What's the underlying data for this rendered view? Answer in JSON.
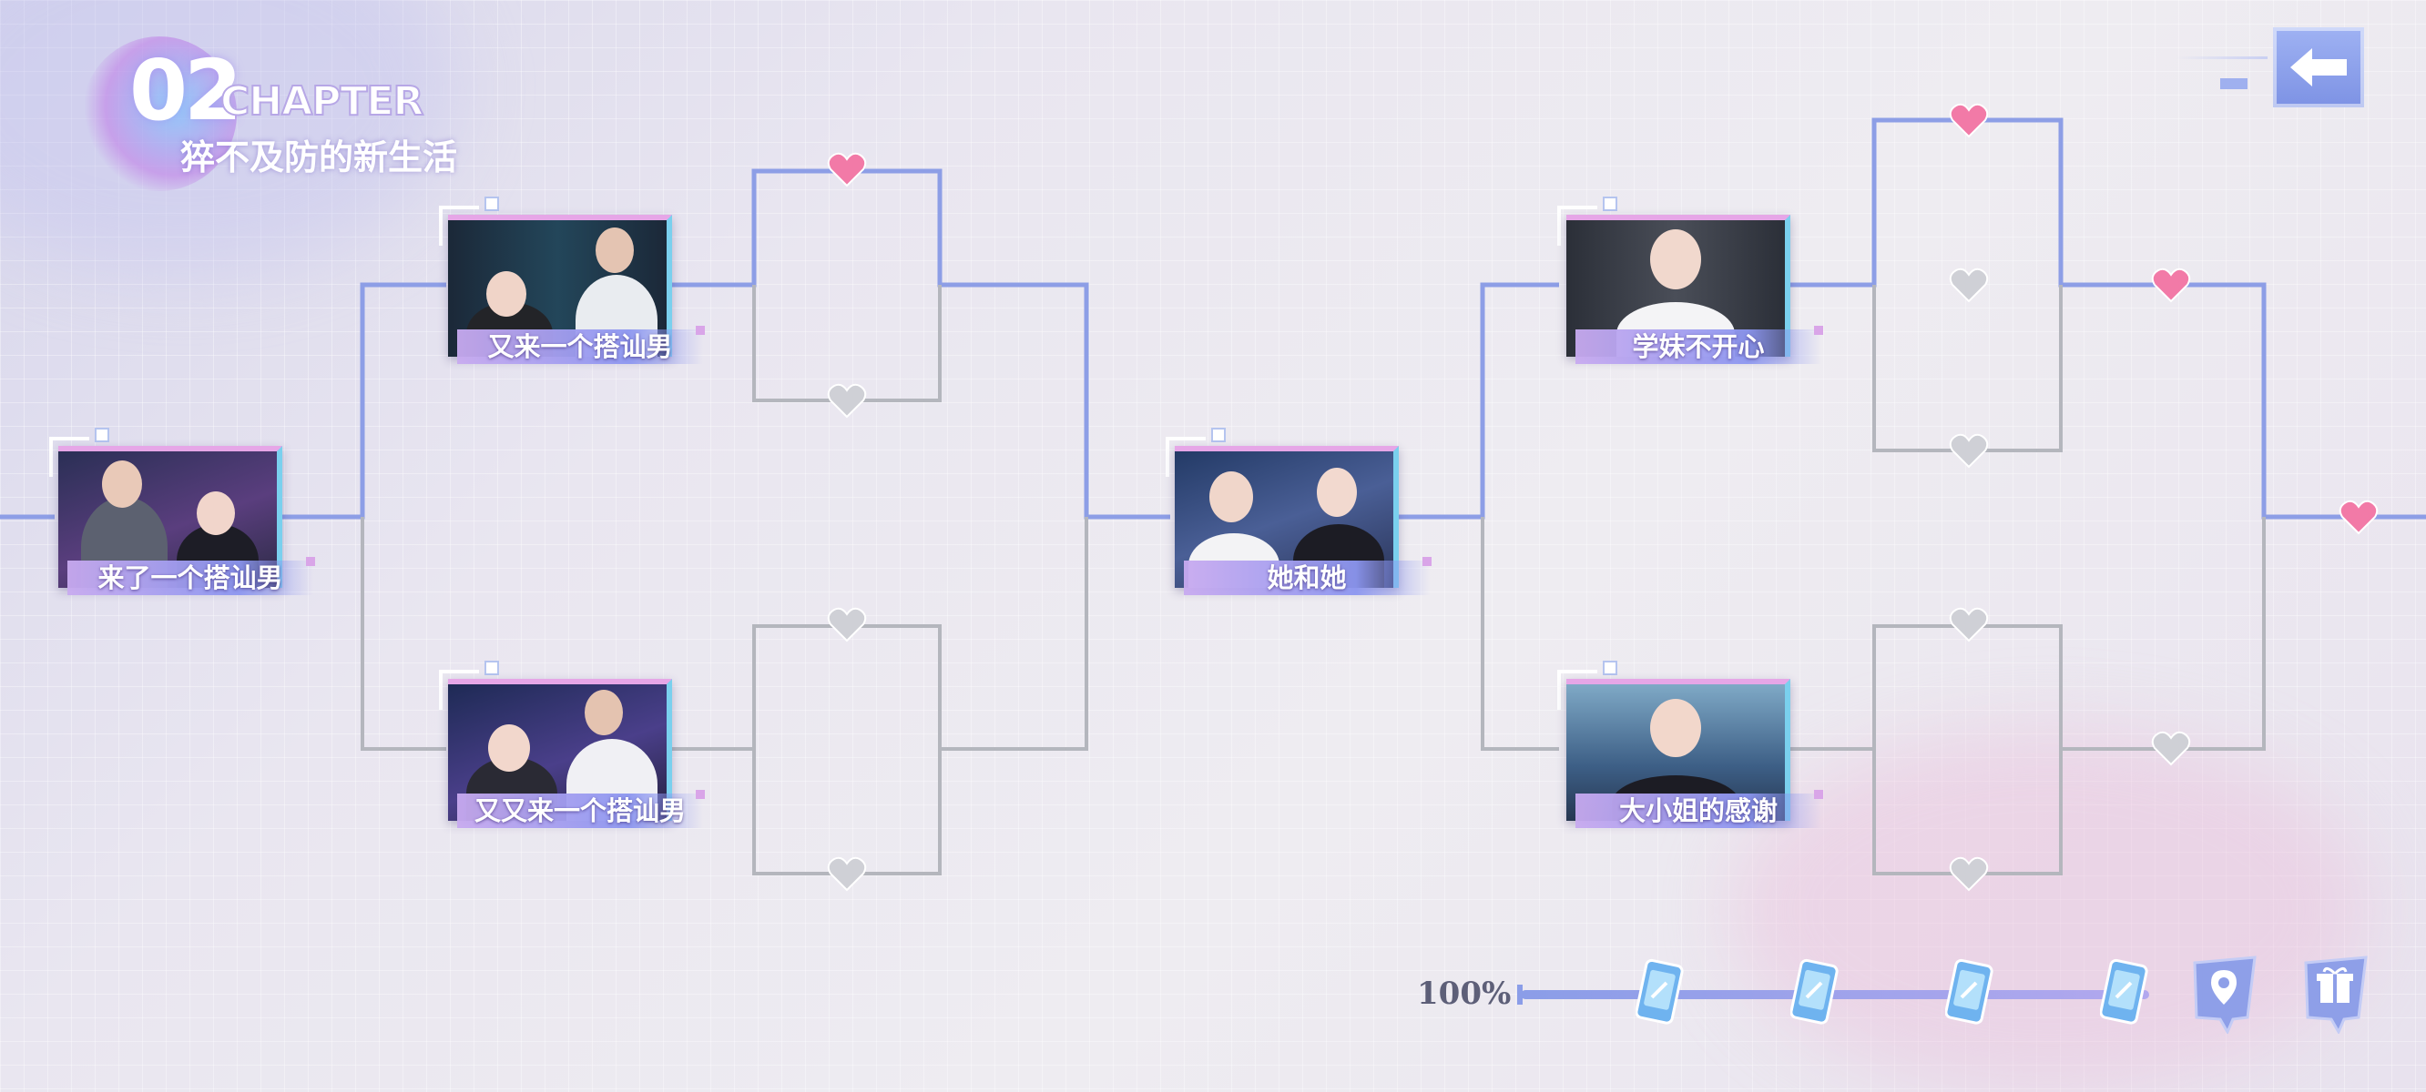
{
  "chapter": {
    "number": "02",
    "word": "CHAPTER",
    "title": "猝不及防的新生活"
  },
  "nodes": [
    {
      "id": "n1",
      "title": "来了一个搭讪男"
    },
    {
      "id": "n2",
      "title": "又来一个搭讪男"
    },
    {
      "id": "n3",
      "title": "又又来一个搭讪男"
    },
    {
      "id": "n4",
      "title": "她和她"
    },
    {
      "id": "n5",
      "title": "学妹不开心"
    },
    {
      "id": "n6",
      "title": "大小姐的感谢"
    }
  ],
  "progress": {
    "percent_label": "100%",
    "value": 1.0,
    "reward_count": 4
  },
  "icons": {
    "back": "arrow-left-icon",
    "map": "map-pin-icon",
    "gift": "gift-box-icon",
    "heart": "heart-icon"
  },
  "colors": {
    "accent_blue": "#8d9ee6",
    "heart_active": "#f07aa8",
    "heart_inactive": "#c8c9cf",
    "label_gradient_start": "#c8aaf0",
    "label_gradient_end": "#8c96f0"
  }
}
